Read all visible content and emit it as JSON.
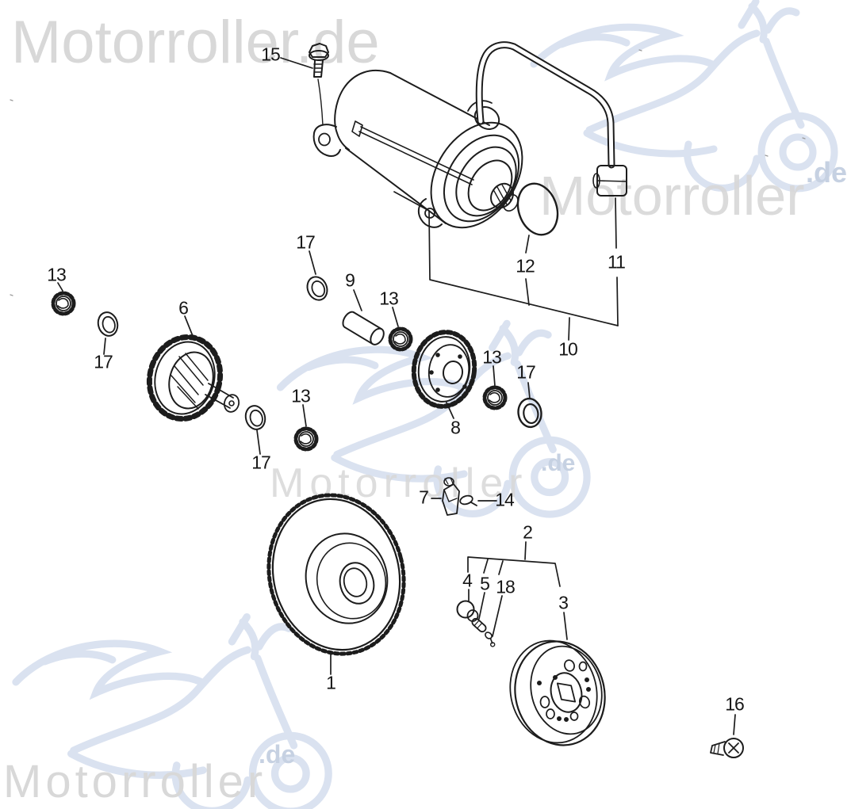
{
  "watermarks": {
    "brand_text": "Motorroller.de",
    "brand_word": "Motorroller",
    "brand_suffix": ".de",
    "gray_color": "#d8d8d8",
    "blue_text_color": "#c6d1e2",
    "drawing_blue_color": "#dae2f0"
  },
  "diagram": {
    "line_color": "#1c1c1c",
    "callouts": [
      {
        "n": "15"
      },
      {
        "n": "13"
      },
      {
        "n": "17"
      },
      {
        "n": "6"
      },
      {
        "n": "17"
      },
      {
        "n": "13"
      },
      {
        "n": "17"
      },
      {
        "n": "9"
      },
      {
        "n": "13"
      },
      {
        "n": "8"
      },
      {
        "n": "13"
      },
      {
        "n": "17"
      },
      {
        "n": "12"
      },
      {
        "n": "11"
      },
      {
        "n": "10"
      },
      {
        "n": "7"
      },
      {
        "n": "14"
      },
      {
        "n": "1"
      },
      {
        "n": "2"
      },
      {
        "n": "4"
      },
      {
        "n": "5"
      },
      {
        "n": "18"
      },
      {
        "n": "3"
      },
      {
        "n": "16"
      }
    ]
  }
}
